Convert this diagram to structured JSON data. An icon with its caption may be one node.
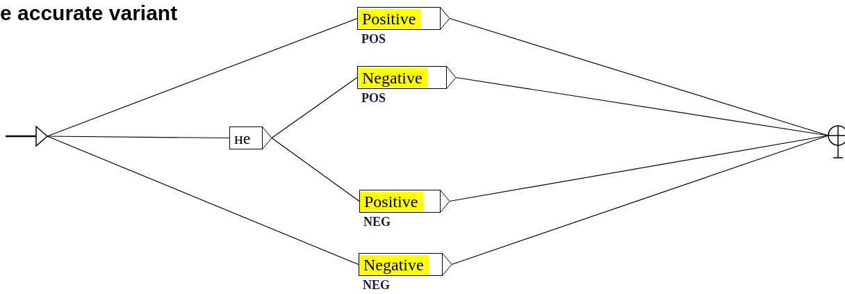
{
  "diagram": {
    "title": "e accurate variant",
    "nodes": [
      {
        "text": [],
        "shape": "triangle"
      },
      {
        "text": [
          "Positive"
        ],
        "beside": [
          "POS"
        ]
      },
      {
        "text": [
          "Negative"
        ],
        "beside": [
          "POS"
        ]
      },
      {
        "text": [
          "не"
        ]
      },
      {
        "text": [
          "Positive"
        ],
        "beside": [
          "NEG"
        ]
      },
      {
        "text": [
          "Negative"
        ],
        "beside": [
          "NEG"
        ]
      },
      {
        "text": [],
        "shape": "circle"
      }
    ],
    "edges": [
      {
        "from": 0,
        "to": 1,
        "arrow": "none"
      },
      {
        "from": 0,
        "to": 3,
        "arrow": "none"
      },
      {
        "from": 0,
        "to": 5,
        "arrow": "none"
      },
      {
        "from": 3,
        "to": 2,
        "arrow": "none"
      },
      {
        "from": 3,
        "to": 4,
        "arrow": "none"
      },
      {
        "from": 1,
        "to": 6,
        "arrow": "none"
      },
      {
        "from": 2,
        "to": 6,
        "arrow": "none"
      },
      {
        "from": 4,
        "to": 6,
        "arrow": "none"
      },
      {
        "from": 5,
        "to": 6,
        "arrow": "none"
      }
    ]
  }
}
